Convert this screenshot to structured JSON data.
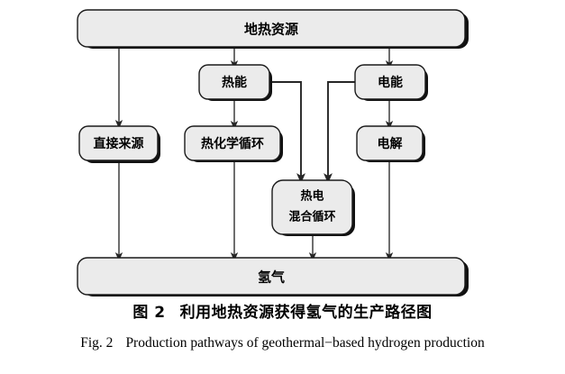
{
  "figure": {
    "type": "flowchart",
    "caption_zh_number": "图 2",
    "caption_zh_text": "利用地热资源获得氢气的生产路径图",
    "caption_en_number": "Fig. 2",
    "caption_en_text": "Production pathways of geothermal−based hydrogen production",
    "colors": {
      "node_fill": "#ebebeb",
      "node_stroke": "#1a1a1a",
      "shadow": "#111111",
      "connector": "#4a4a4a",
      "text": "#000000",
      "background": "#ffffff"
    }
  },
  "nodes": {
    "source": {
      "label": "地热资源"
    },
    "direct": {
      "label": "直接来源"
    },
    "thermal": {
      "label": "热能"
    },
    "electric": {
      "label": "电能"
    },
    "thermochem": {
      "label": "热化学循环"
    },
    "hybrid_line1": {
      "label": "热电"
    },
    "hybrid_line2": {
      "label": "混合循环"
    },
    "electrolysis": {
      "label": "电解"
    },
    "hydrogen": {
      "label": "氢气"
    }
  },
  "edges": [
    {
      "from": "地热资源",
      "to": "直接来源"
    },
    {
      "from": "地热资源",
      "to": "热能"
    },
    {
      "from": "地热资源",
      "to": "电能"
    },
    {
      "from": "热能",
      "to": "热化学循环"
    },
    {
      "from": "热能",
      "to": "热电混合循环"
    },
    {
      "from": "电能",
      "to": "电解"
    },
    {
      "from": "电能",
      "to": "热电混合循环"
    },
    {
      "from": "直接来源",
      "to": "氢气"
    },
    {
      "from": "热化学循环",
      "to": "氢气"
    },
    {
      "from": "热电混合循环",
      "to": "氢气"
    },
    {
      "from": "电解",
      "to": "氢气"
    }
  ]
}
